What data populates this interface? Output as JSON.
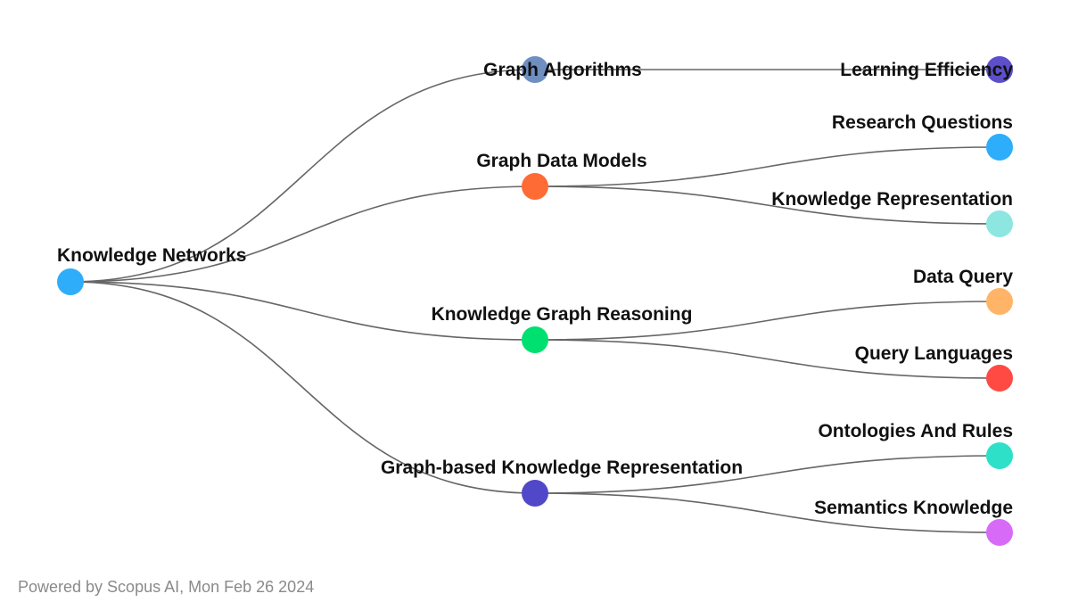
{
  "tree": {
    "root": {
      "id": "knowledge-networks",
      "label": "Knowledge Networks",
      "color": "#2EADFA"
    },
    "branches": [
      {
        "id": "graph-algorithms",
        "label": "Graph Algorithms",
        "color": "#6E8FBF",
        "children": [
          {
            "id": "learning-efficiency",
            "label": "Learning Efficiency",
            "color": "#5C4FC9"
          }
        ]
      },
      {
        "id": "graph-data-models",
        "label": "Graph Data Models",
        "color": "#FF6B35",
        "children": [
          {
            "id": "research-questions",
            "label": "Research Questions",
            "color": "#2EADFA"
          },
          {
            "id": "knowledge-representation",
            "label": "Knowledge Representation",
            "color": "#8EE6E0"
          }
        ]
      },
      {
        "id": "knowledge-graph-reasoning",
        "label": "Knowledge Graph Reasoning",
        "color": "#00E070",
        "children": [
          {
            "id": "data-query",
            "label": "Data Query",
            "color": "#FFB467"
          },
          {
            "id": "query-languages",
            "label": "Query Languages",
            "color": "#FF4A44"
          }
        ]
      },
      {
        "id": "graph-based-knowledge-representation",
        "label": "Graph-based Knowledge Representation",
        "color": "#5148C9",
        "children": [
          {
            "id": "ontologies-and-rules",
            "label": "Ontologies And Rules",
            "color": "#2EE0C8"
          },
          {
            "id": "semantics-knowledge",
            "label": "Semantics Knowledge",
            "color": "#D76BF7"
          }
        ]
      }
    ]
  },
  "footer": {
    "text": "Powered by Scopus AI, Mon Feb 26 2024"
  }
}
